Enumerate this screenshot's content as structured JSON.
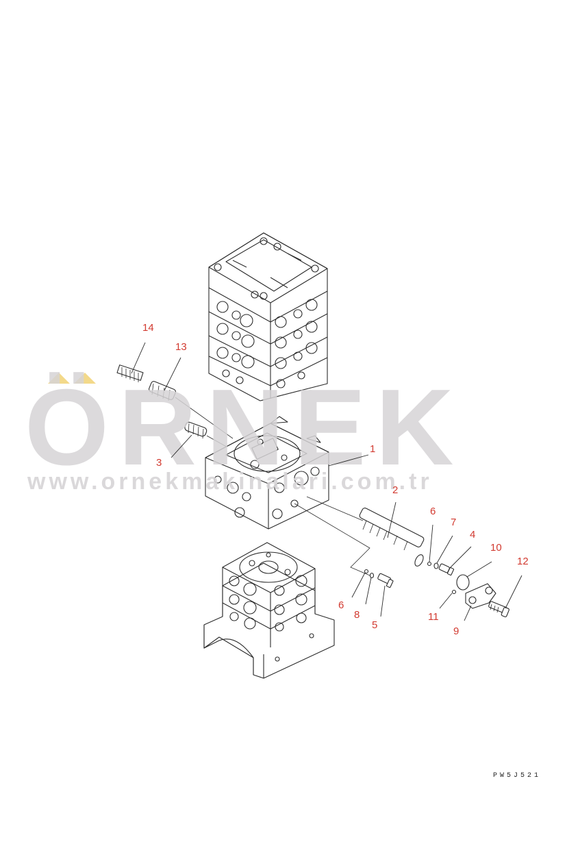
{
  "watermark": {
    "brand": "ÖRNEK",
    "url": "www.ornekmakinalari.com.tr",
    "accent_color": "#f3d98a",
    "text_color": "#d6d4d6"
  },
  "drawing_code": "PW5J521",
  "callout_color": "#d23a30",
  "callouts": {
    "c1": "1",
    "c2": "2",
    "c3": "3",
    "c4": "4",
    "c5": "5",
    "c6a": "6",
    "c6b": "6",
    "c7": "7",
    "c8": "8",
    "c9": "9",
    "c10": "10",
    "c11": "11",
    "c12": "12",
    "c13": "13",
    "c14": "14"
  }
}
